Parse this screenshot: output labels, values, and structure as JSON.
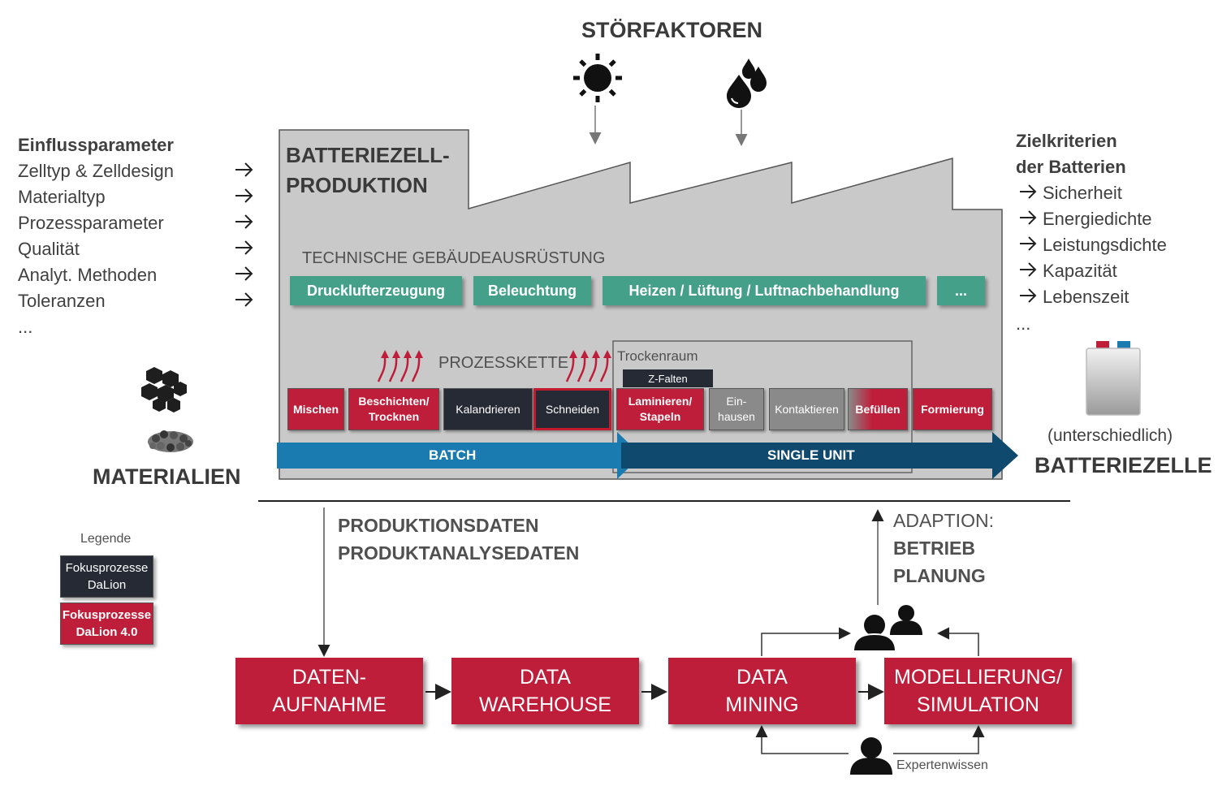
{
  "stoerfaktoren": {
    "title": "STÖRFAKTOREN",
    "icons": [
      "sun-icon",
      "water-drops-icon"
    ]
  },
  "factory": {
    "title_line1": "BATTERIEZELL-",
    "title_line2": "PRODUKTION",
    "tga_label": "TECHNISCHE GEBÄUDEAUSRÜSTUNG",
    "tga_items": [
      "Drucklufterzeugung",
      "Beleuchtung",
      "Heizen / Lüftung / Luftnachbehandlung",
      "..."
    ],
    "prozesskette_label": "PROZESSKETTE",
    "trockenraum_label": "Trockenraum",
    "zfalten_label": "Z-Falten",
    "steps": [
      {
        "line1": "Mischen",
        "line2": ""
      },
      {
        "line1": "Beschichten/",
        "line2": "Trocknen"
      },
      {
        "line1": "Kalandrieren",
        "line2": ""
      },
      {
        "line1": "Schneiden",
        "line2": ""
      },
      {
        "line1": "Laminieren/",
        "line2": "Stapeln"
      },
      {
        "line1": "Ein-",
        "line2": "hausen"
      },
      {
        "line1": "Kontaktieren",
        "line2": ""
      },
      {
        "line1": "Befüllen",
        "line2": ""
      },
      {
        "line1": "Formierung",
        "line2": ""
      }
    ],
    "batch_label": "BATCH",
    "single_unit_label": "SINGLE UNIT"
  },
  "einfluss": {
    "title": "Einflussparameter",
    "items": [
      "Zelltyp & Zelldesign",
      "Materialtyp",
      "Prozessparameter",
      "Qualität",
      "Analyt. Methoden",
      "Toleranzen"
    ],
    "more": "..."
  },
  "ziel": {
    "title_line1": "Zielkriterien",
    "title_line2": "der Batterien",
    "items": [
      "Sicherheit",
      "Energiedichte",
      "Leistungsdichte",
      "Kapazität",
      "Lebenszeit"
    ],
    "more": "..."
  },
  "materialien": {
    "label": "MATERIALIEN"
  },
  "batteriezelle": {
    "note": "(unterschiedlich)",
    "label": "BATTERIEZELLE"
  },
  "legend": {
    "title": "Legende",
    "item1_line1": "Fokusprozesse",
    "item1_line2": "DaLion",
    "item2_line1": "Fokusprozesse",
    "item2_line2": "DaLion 4.0"
  },
  "data_flow": {
    "produktionsdaten": "PRODUKTIONSDATEN",
    "produktanalysedaten": "PRODUKTANALYSEDATEN",
    "adaption": "ADAPTION:",
    "betrieb": "BETRIEB",
    "planung": "PLANUNG",
    "boxes": [
      {
        "line1": "DATEN-",
        "line2": "AUFNAHME"
      },
      {
        "line1": "DATA",
        "line2": "WAREHOUSE"
      },
      {
        "line1": "DATA",
        "line2": "MINING"
      },
      {
        "line1": "MODELLIERUNG/",
        "line2": "SIMULATION"
      }
    ],
    "expertenwissen": "Expertenwissen"
  },
  "colors": {
    "factory_grey": "#c8c8c8",
    "teal": "#45a08a",
    "red": "#bf1e3a",
    "dark": "#252a35",
    "batch_blue": "#1a7bb0",
    "single_unit_navy": "#0f4a6e"
  }
}
